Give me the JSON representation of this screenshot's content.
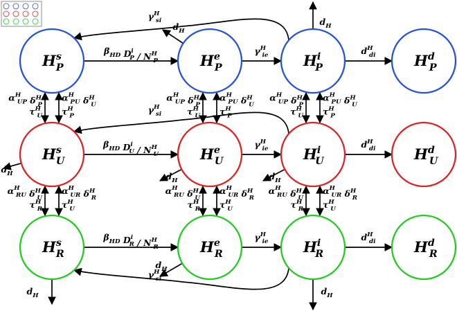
{
  "colors": {
    "P": "#2554d8",
    "U": "#dc2424",
    "R": "#22cc22",
    "thumbnail_border": "#777777"
  },
  "thumbnail": {
    "icon": "mini-diagram-thumbnail"
  },
  "nodes": [
    {
      "id": "HsP",
      "base": "H",
      "sup": "s",
      "sub": "P",
      "group": "P"
    },
    {
      "id": "HeP",
      "base": "H",
      "sup": "e",
      "sub": "P",
      "group": "P"
    },
    {
      "id": "HiP",
      "base": "H",
      "sup": "i",
      "sub": "P",
      "group": "P"
    },
    {
      "id": "HdP",
      "base": "H",
      "sup": "d",
      "sub": "P",
      "group": "P"
    },
    {
      "id": "HsU",
      "base": "H",
      "sup": "s",
      "sub": "U",
      "group": "U"
    },
    {
      "id": "HeU",
      "base": "H",
      "sup": "e",
      "sub": "U",
      "group": "U"
    },
    {
      "id": "HiU",
      "base": "H",
      "sup": "i",
      "sub": "U",
      "group": "U"
    },
    {
      "id": "HdU",
      "base": "H",
      "sup": "d",
      "sub": "U",
      "group": "U"
    },
    {
      "id": "HsR",
      "base": "H",
      "sup": "s",
      "sub": "R",
      "group": "R"
    },
    {
      "id": "HeR",
      "base": "H",
      "sup": "e",
      "sub": "R",
      "group": "R"
    },
    {
      "id": "HiR",
      "base": "H",
      "sup": "i",
      "sub": "R",
      "group": "R"
    },
    {
      "id": "HdR",
      "base": "H",
      "sup": "d",
      "sub": "R",
      "group": "R"
    }
  ],
  "edges": [
    {
      "from": "HsP",
      "to": "HeP",
      "label": "β_HD D_P^i / N_P^H"
    },
    {
      "from": "HeP",
      "to": "HiP",
      "label": "γ_ie^H"
    },
    {
      "from": "HiP",
      "to": "HdP",
      "label": "d_di^H"
    },
    {
      "from": "HiP",
      "to": "HsP",
      "label": "γ_si^H"
    },
    {
      "from": "HsU",
      "to": "HeU",
      "label": "β_HD D_U^i / N_U^H"
    },
    {
      "from": "HeU",
      "to": "HiU",
      "label": "γ_ie^H"
    },
    {
      "from": "HiU",
      "to": "HdU",
      "label": "d_di^H"
    },
    {
      "from": "HiU",
      "to": "HsU",
      "label": "γ_si^H"
    },
    {
      "from": "HsR",
      "to": "HeR",
      "label": "β_HD D_R^i / N_R^H"
    },
    {
      "from": "HeR",
      "to": "HiR",
      "label": "γ_ie^H"
    },
    {
      "from": "HiR",
      "to": "HdR",
      "label": "d_di^H"
    },
    {
      "from": "HiR",
      "to": "HsR",
      "label": "γ_si^H"
    }
  ],
  "deaths": [
    {
      "node": "HeP",
      "label": "d_H"
    },
    {
      "node": "HiP",
      "label": "d_H"
    },
    {
      "node": "HsU",
      "label": "d_H"
    },
    {
      "node": "HeU",
      "label": "d_H"
    },
    {
      "node": "HiU",
      "label": "d_H"
    },
    {
      "node": "HeR",
      "label": "d_H"
    },
    {
      "node": "HsR",
      "label": "d_H"
    },
    {
      "node": "HiR",
      "label": "d_H"
    }
  ],
  "vertical_rates": {
    "P_to_U": {
      "down_left": [
        "α_UP^H",
        "δ_P^H",
        "τ_U^H"
      ],
      "up_right": [
        "α_PU^H",
        "δ_U^H",
        "τ_P^H"
      ]
    },
    "U_to_R": {
      "down_left": [
        "α_RU^H",
        "δ_U^H",
        "τ_R^H"
      ],
      "up_right": [
        "α_UR^H",
        "δ_R^H",
        "τ_U^H"
      ]
    }
  }
}
